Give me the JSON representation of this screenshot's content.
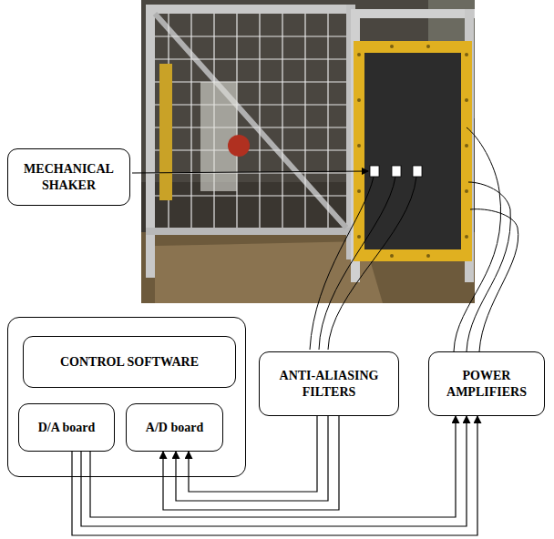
{
  "diagram": {
    "nodes": [
      {
        "text": [
          "MECHANICAL SHAKER"
        ]
      },
      {
        "text": []
      },
      {
        "text": [
          "CONTROL SOFTWARE"
        ],
        "in": 1
      },
      {
        "text": [
          "D/A board"
        ],
        "in": 1
      },
      {
        "text": [
          "A/D board"
        ],
        "in": 1
      },
      {
        "text": [
          "ANTI-ALIASING FILTERS"
        ]
      },
      {
        "text": [
          "POWER AMPLIFIERS"
        ]
      }
    ],
    "edges": [
      {
        "from": 3,
        "to": 6,
        "arrow": "to"
      },
      {
        "from": 3,
        "to": 6,
        "arrow": "to"
      },
      {
        "from": 3,
        "to": 6,
        "arrow": "to"
      },
      {
        "from": 5,
        "to": 4,
        "arrow": "to"
      },
      {
        "from": 5,
        "to": 4,
        "arrow": "to"
      },
      {
        "from": 5,
        "to": 4,
        "arrow": "to"
      }
    ]
  }
}
